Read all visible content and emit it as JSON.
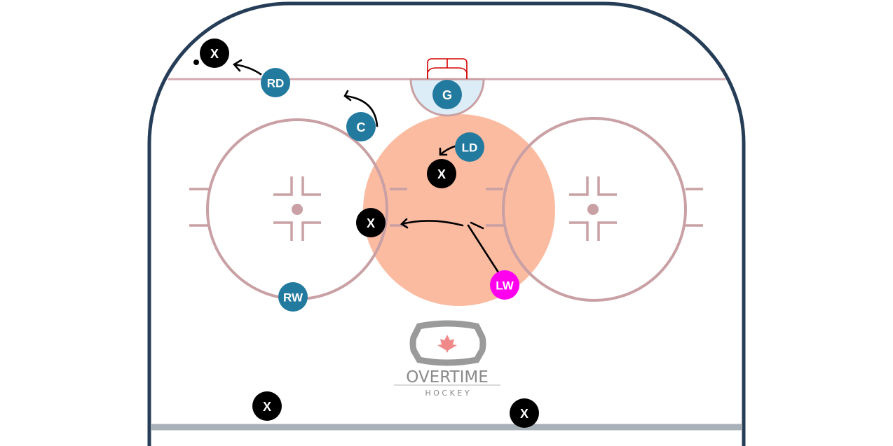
{
  "diagram": {
    "title": "Hockey defensive zone drill",
    "colors": {
      "boards": "#263d57",
      "lines": "#c9a0a4",
      "crease": "#dcedf7",
      "net": "#d40000",
      "zone": "#fbb294",
      "team": "#237a9f",
      "highlight": "#ff00ee",
      "opponent": "#000000",
      "bottom_line": "#a8b0b8"
    },
    "players": [
      {
        "id": "rd",
        "label": "RD",
        "team": "team"
      },
      {
        "id": "c",
        "label": "C",
        "team": "team"
      },
      {
        "id": "ld",
        "label": "LD",
        "team": "team"
      },
      {
        "id": "g",
        "label": "G",
        "team": "team"
      },
      {
        "id": "rw",
        "label": "RW",
        "team": "team"
      },
      {
        "id": "lw",
        "label": "LW",
        "team": "highlight"
      }
    ],
    "opponents": [
      {
        "id": "x1",
        "label": "X"
      },
      {
        "id": "x2",
        "label": "X"
      },
      {
        "id": "x3",
        "label": "X"
      },
      {
        "id": "x4",
        "label": "X"
      },
      {
        "id": "x5",
        "label": "X"
      }
    ],
    "logo": {
      "name": "OVERTIME",
      "sub": "H O C K E Y"
    }
  }
}
